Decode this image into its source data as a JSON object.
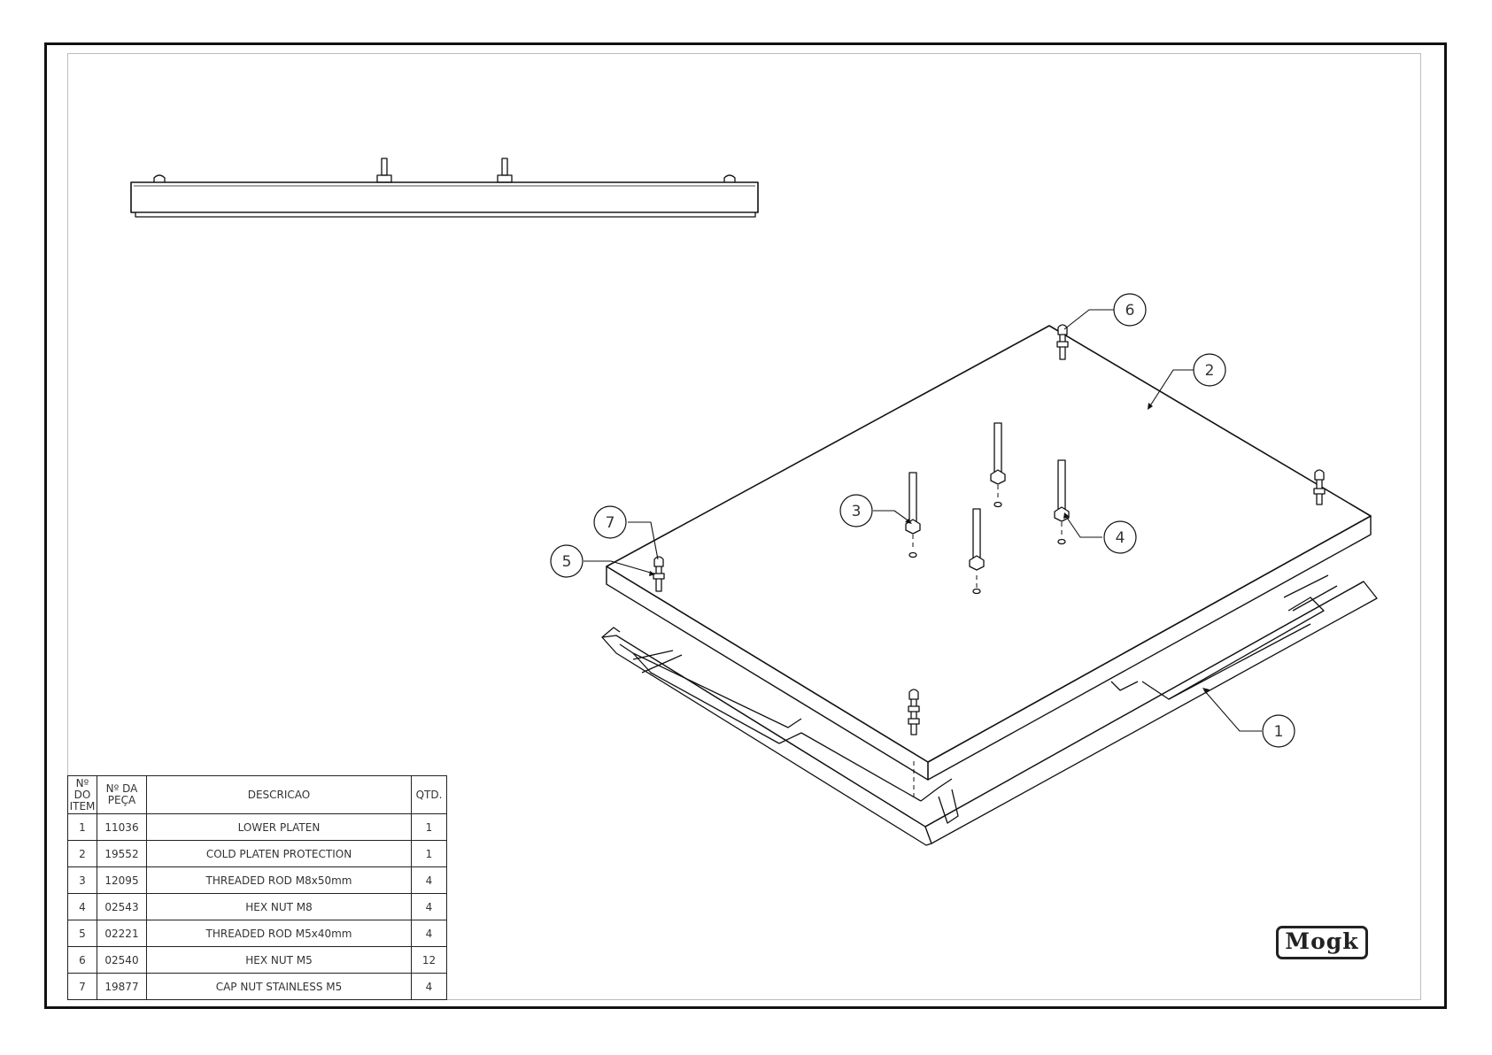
{
  "drawing": {
    "callouts": [
      "1",
      "2",
      "3",
      "4",
      "5",
      "6",
      "7"
    ]
  },
  "bom": {
    "headers": {
      "item_no": [
        "Nº",
        "DO",
        "ITEM"
      ],
      "part_no": [
        "Nº DA",
        "PEÇA"
      ],
      "description": "DESCRICAO",
      "qty": "QTD."
    },
    "rows": [
      {
        "item": "1",
        "part": "11036",
        "desc": "LOWER PLATEN",
        "qty": "1"
      },
      {
        "item": "2",
        "part": "19552",
        "desc": "COLD PLATEN PROTECTION",
        "qty": "1"
      },
      {
        "item": "3",
        "part": "12095",
        "desc": "THREADED ROD M8x50mm",
        "qty": "4"
      },
      {
        "item": "4",
        "part": "02543",
        "desc": "HEX NUT M8",
        "qty": "4"
      },
      {
        "item": "5",
        "part": "02221",
        "desc": "THREADED ROD M5x40mm",
        "qty": "4"
      },
      {
        "item": "6",
        "part": "02540",
        "desc": "HEX NUT M5",
        "qty": "12"
      },
      {
        "item": "7",
        "part": "19877",
        "desc": "CAP NUT STAINLESS M5",
        "qty": "4"
      }
    ]
  },
  "logo": {
    "text": "Mogk"
  },
  "colors": {
    "line": "#111111",
    "frame": "#111111",
    "inner_border": "#bdbdbd"
  }
}
